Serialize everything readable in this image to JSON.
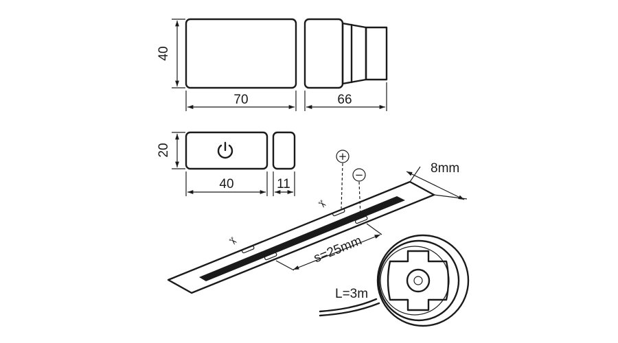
{
  "dimensions": {
    "box_height": "40",
    "box_width": "70",
    "box_depth": "66",
    "switch_height": "20",
    "switch_width": "40",
    "switch_depth": "11",
    "strip_width": "8mm",
    "cut_spacing": "s=25mm",
    "length": "L=3m"
  },
  "symbols": {
    "plus": "+",
    "minus": "−",
    "scissors": "✂"
  },
  "icons": [
    "power-icon",
    "scissors-icon"
  ]
}
